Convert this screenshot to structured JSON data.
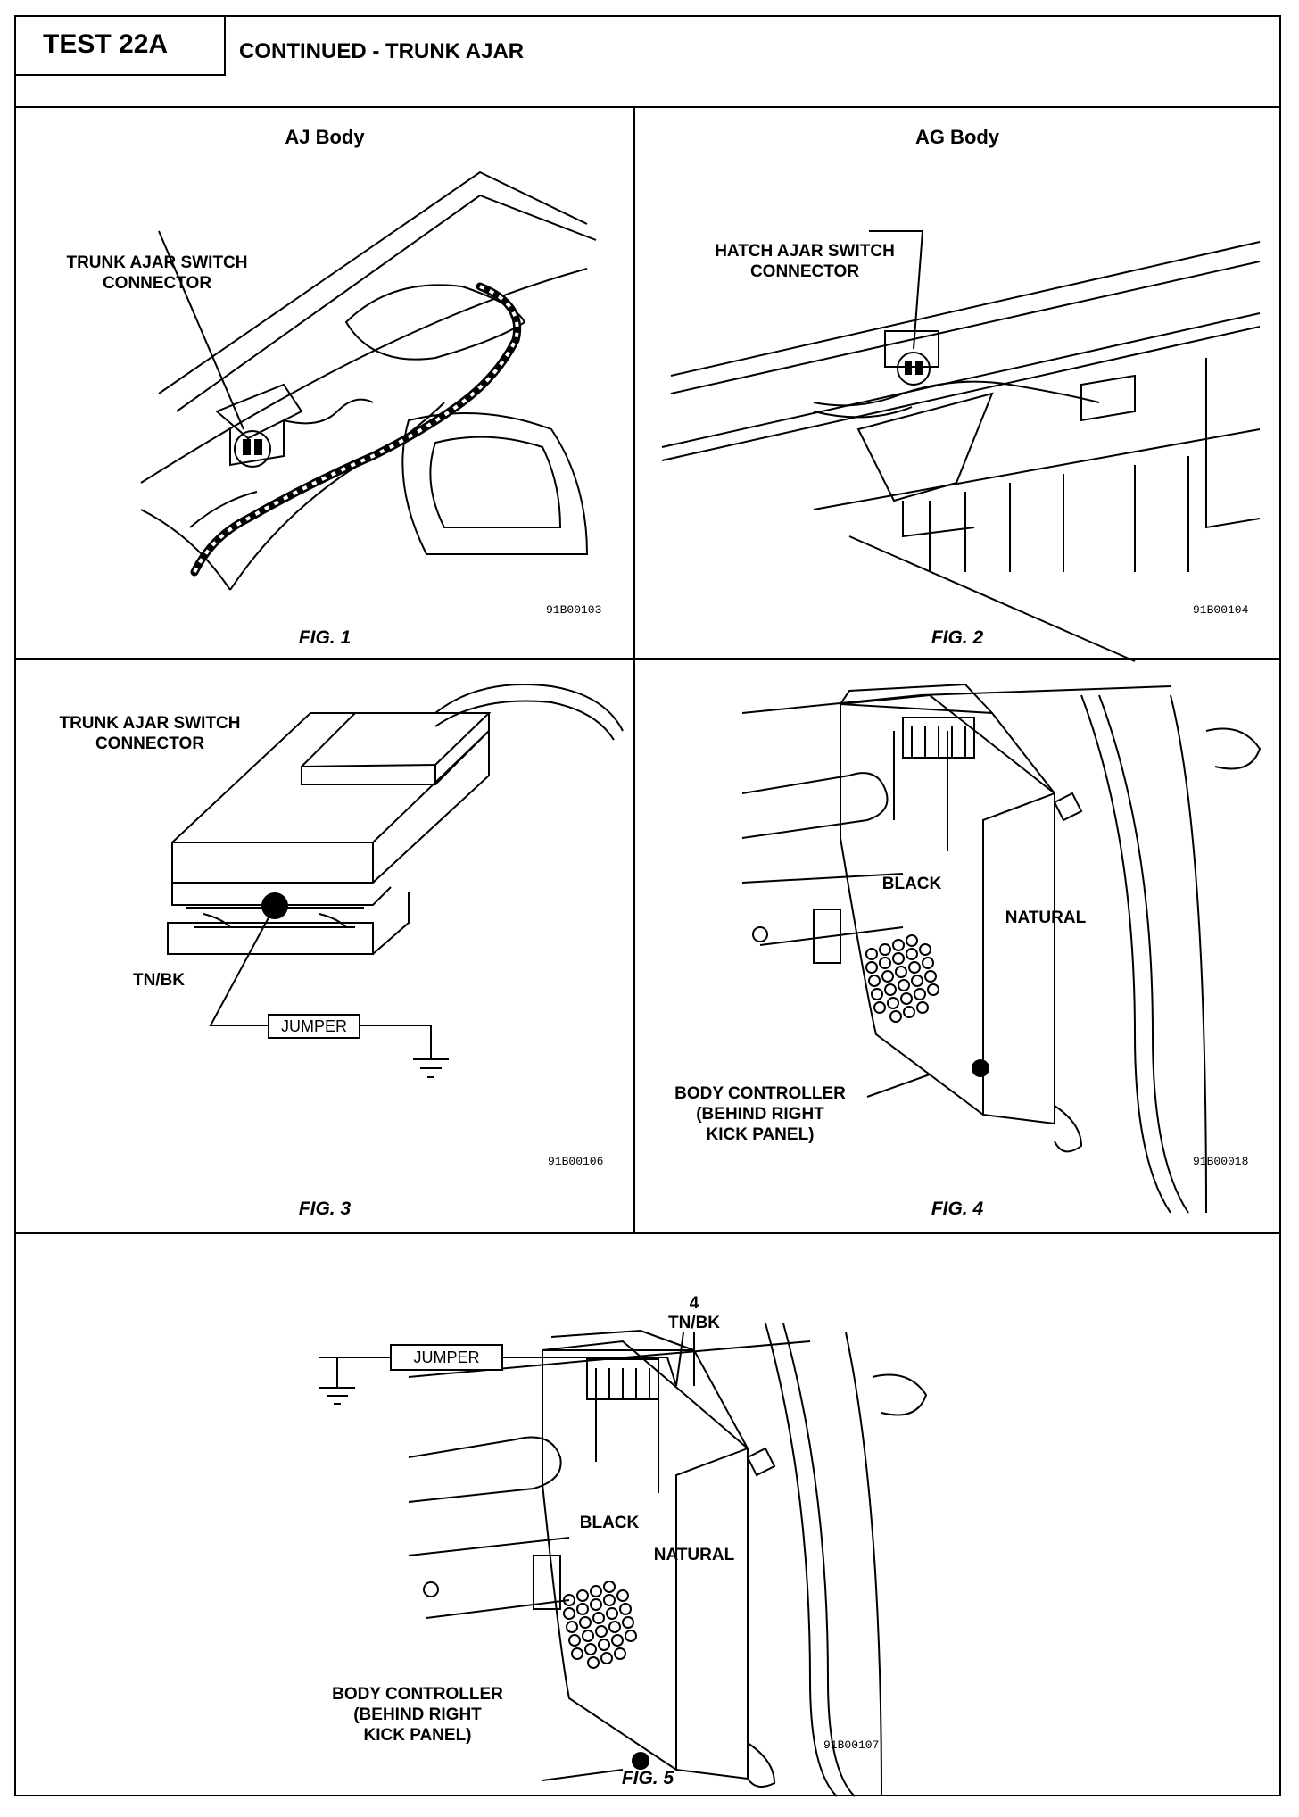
{
  "header": {
    "test_label": "TEST 22A",
    "title": "CONTINUED - TRUNK AJAR"
  },
  "fig1": {
    "title": "AJ Body",
    "label_line1": "TRUNK AJAR SWITCH",
    "label_line2": "CONNECTOR",
    "code": "91B00103",
    "caption": "FIG. 1"
  },
  "fig2": {
    "title": "AG Body",
    "label_line1": "HATCH AJAR SWITCH",
    "label_line2": "CONNECTOR",
    "code": "91B00104",
    "caption": "FIG. 2"
  },
  "fig3": {
    "label_line1": "TRUNK AJAR SWITCH",
    "label_line2": "CONNECTOR",
    "wire": "TN/BK",
    "jumper": "JUMPER",
    "code": "91B00106",
    "caption": "FIG. 3"
  },
  "fig4": {
    "black": "BLACK",
    "natural": "NATURAL",
    "ctrl_line1": "BODY CONTROLLER",
    "ctrl_line2": "(BEHIND RIGHT",
    "ctrl_line3": "KICK PANEL)",
    "code": "91B00018",
    "caption": "FIG. 4"
  },
  "fig5": {
    "jumper": "JUMPER",
    "pin": "4",
    "wire": "TN/BK",
    "black": "BLACK",
    "natural": "NATURAL",
    "ctrl_line1": "BODY CONTROLLER",
    "ctrl_line2": "(BEHIND RIGHT",
    "ctrl_line3": "KICK PANEL)",
    "code": "91B00107",
    "caption": "FIG. 5"
  }
}
